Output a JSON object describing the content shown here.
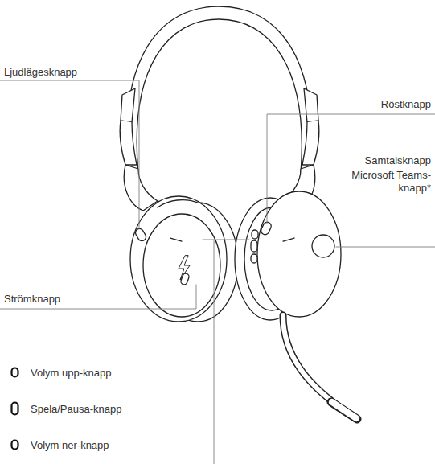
{
  "diagram": {
    "labels": [
      "Ljudlägesknapp",
      "Röstknapp",
      "Samtalsknapp",
      "Microsoft Teams-knapp*",
      "Strömknapp"
    ],
    "legend": [
      {
        "text": "Volym upp-knapp"
      },
      {
        "text": "Spela/Pausa-knapp"
      },
      {
        "text": "Volym ner-knapp"
      }
    ]
  }
}
